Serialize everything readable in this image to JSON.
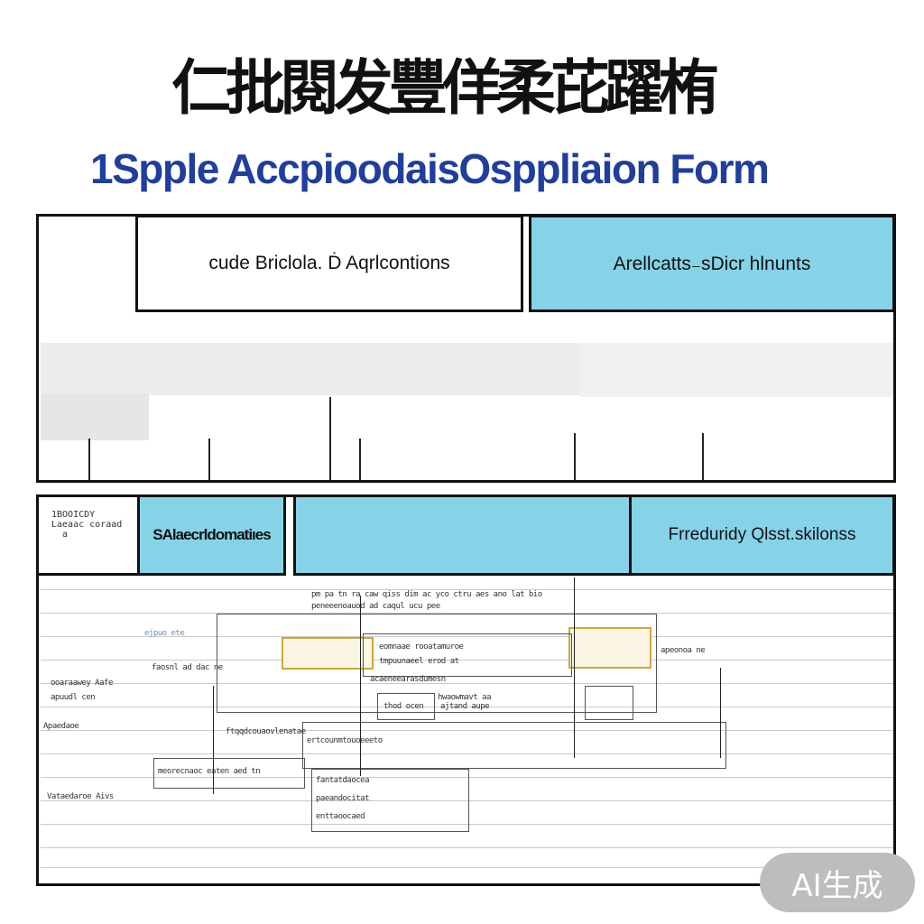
{
  "header": {
    "title_cjk": "仁批閱发豐佯柔芘躍栯",
    "title_en": "1Spple AccpioodaisOsppliaion Form"
  },
  "section1": {
    "col1_label": "cude Briclola. Ḋ Aqrlcontions",
    "col2_label": "Arellcatts₋sDicr hlnunts"
  },
  "section2": {
    "side_note_lines": [
      "1BOOICDY",
      "Laeaac coraad",
      "a"
    ],
    "col1_label": "SAlaecrldomatiıes",
    "col3_label": "Frreduridy Qlsst.skilonss"
  },
  "form_scribbles": {
    "top_line_1": "pm pa tn ra caw qiss dim ac yco ctru aes ano lat bio",
    "top_line_2": "peneeenoauod ad caqul ucu pee",
    "left_1": "ejpuo ete",
    "left_2": "faosnl ad dac ne",
    "left_3": "ooaraawey Aafe",
    "left_4": "apuudl cen",
    "left_5": "Apaedaoe",
    "left_6": "Vataedaroe Aivs",
    "mid_1": "eomnaae rooatamuroe",
    "mid_2": "tmpuunaeel erod at",
    "mid_3": "acaeneearasdumesn",
    "mid_4": "hwaowmavt aa",
    "mid_5": "thod ocen",
    "mid_6": "ftqqdcouaovlenatae",
    "mid_7": "ertcounmtouoeeeto",
    "bottom_1": "meorecnaoc eaten aed tn",
    "bottom_2": "fantatdaocea",
    "bottom_3": "paeandocitat",
    "bottom_4": "enttaoocaed",
    "right_1": "apeonoa ne",
    "right_2": "ajtand aupe"
  },
  "watermark": {
    "label": "AI生成"
  }
}
